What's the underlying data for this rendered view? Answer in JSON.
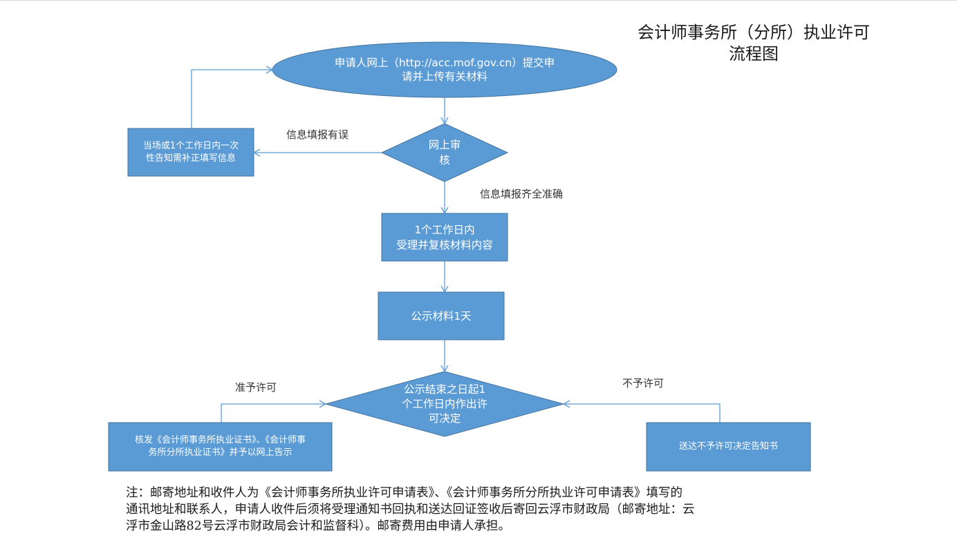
{
  "title": {
    "line1": "会计师事务所（分所）执业许可",
    "line2": "流程图"
  },
  "nodes": {
    "apply": {
      "line1": "申请人网上（http://acc.mof.gov.cn）提交申",
      "line2": "请并上传有关材料"
    },
    "online_review": {
      "line1": "网上审",
      "line2": "核"
    },
    "correct_info": {
      "line1": "当场或1个工作日内一次",
      "line2": "性告知需补正填写信息"
    },
    "accept_review": {
      "line1": "1个工作日内",
      "line2": "受理并复核材料内容"
    },
    "publicize": {
      "line1": "公示材料1天"
    },
    "decision": {
      "line1": "公示结束之日起1",
      "line2": "个工作日内作出许",
      "line3": "可决定"
    },
    "issue_cert": {
      "line1": "核发《会计师事务所执业证书》、《会计师事",
      "line2": "务所分所执业证书》并予以网上告示"
    },
    "deny_notice": {
      "line1": "送达不予许可决定告知书"
    }
  },
  "edge_labels": {
    "info_error": "信息填报有误",
    "info_complete": "信息填报齐全准确",
    "approve": "准予许可",
    "deny": "不予许可"
  },
  "note": {
    "line1": "注：邮寄地址和收件人为《会计师事务所执业许可申请表》、《会计师事务所分所执业许可申请表》填写的",
    "line2": "通讯地址和联系人，申请人收件后须将受理通知书回执和送达回证签收后寄回云浮市财政局（邮寄地址：云",
    "line3": "浮市金山路82号云浮市财政局会计和监督科）。邮寄费用由申请人承担。"
  },
  "colors": {
    "shape_fill": "#5b9bd5",
    "shape_stroke": "#41719c",
    "connector": "#5b9bd5"
  }
}
